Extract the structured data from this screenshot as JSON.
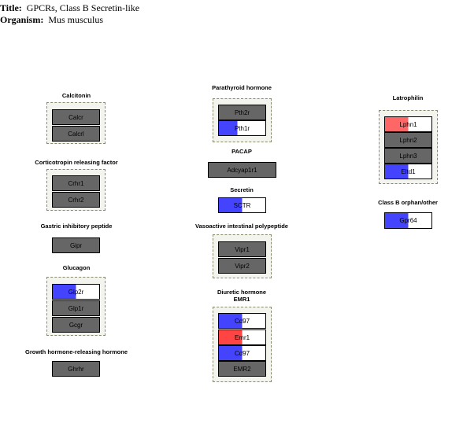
{
  "header": {
    "title_label": "Title:",
    "title": "GPCRs, Class B Secretin-like",
    "organism_label": "Organism:",
    "organism": "Mus musculus"
  },
  "colors": {
    "gray": "#666666",
    "blue": "#4444ff",
    "red": "#ff5555",
    "white": "#ffffff"
  },
  "groups": {
    "calcitonin": "Calcitonin",
    "crf": "Corticotropin releasing factor",
    "gip": "Gastric inhibitory peptide",
    "glucagon": "Glucagon",
    "ghrh": "Growth hormone-releasing hormone",
    "pth": "Parathyroid hormone",
    "pacap": "PACAP",
    "secretin": "Secretin",
    "vip": "Vasoactive intestinal polypeptide",
    "diuretic": "Diuretic hormone",
    "emr1": "EMR1",
    "latrophilin": "Latrophilin",
    "classb": "Class B orphan/other"
  },
  "genes": {
    "calcr": "Calcr",
    "calcrl": "Calcrl",
    "crhr1": "Crhr1",
    "crhr2": "Crhr2",
    "gipr": "Gipr",
    "glp2r": "Glp2r",
    "glp1r": "Glp1r",
    "gcgr": "Gcgr",
    "ghrhr": "Ghrhr",
    "pth2r": "Pth2r",
    "pth1r": "Pth1r",
    "adcyap1r1": "Adcyap1r1",
    "sctr": "SCTR",
    "vipr1": "Vipr1",
    "vipr2": "Vipr2",
    "cd97a": "Cd97",
    "emr1": "Emr1",
    "cd97b": "Cd97",
    "emr2": "EMR2",
    "lphn1": "Lphn1",
    "lphn2": "Lphn2",
    "lphn3": "Lphn3",
    "eltd1": "Eltd1",
    "gpr64": "Gpr64"
  }
}
